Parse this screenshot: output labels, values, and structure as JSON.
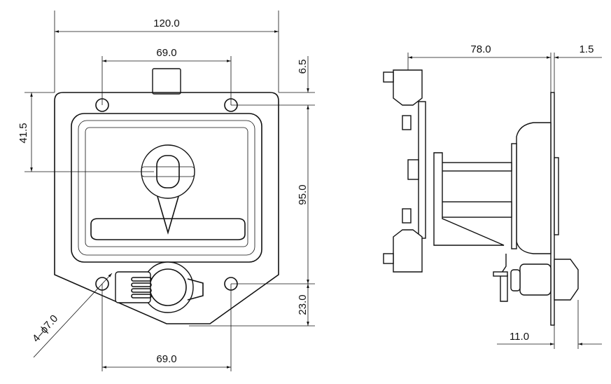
{
  "title": "Recessed T-handle latch dimension drawing",
  "front_view": {
    "dims": {
      "overall_width": "120.0",
      "top_hole_spacing": "69.0",
      "top_offset": "6.5",
      "handle_center_height": "41.5",
      "hole_vertical_spacing": "95.0",
      "bottom_offset": "23.0",
      "bottom_hole_spacing": "69.0",
      "hole_callout": "4–ϕ7.0"
    }
  },
  "side_view": {
    "dims": {
      "depth": "78.0",
      "plate_thickness": "1.5",
      "lock_projection": "11.0"
    }
  }
}
